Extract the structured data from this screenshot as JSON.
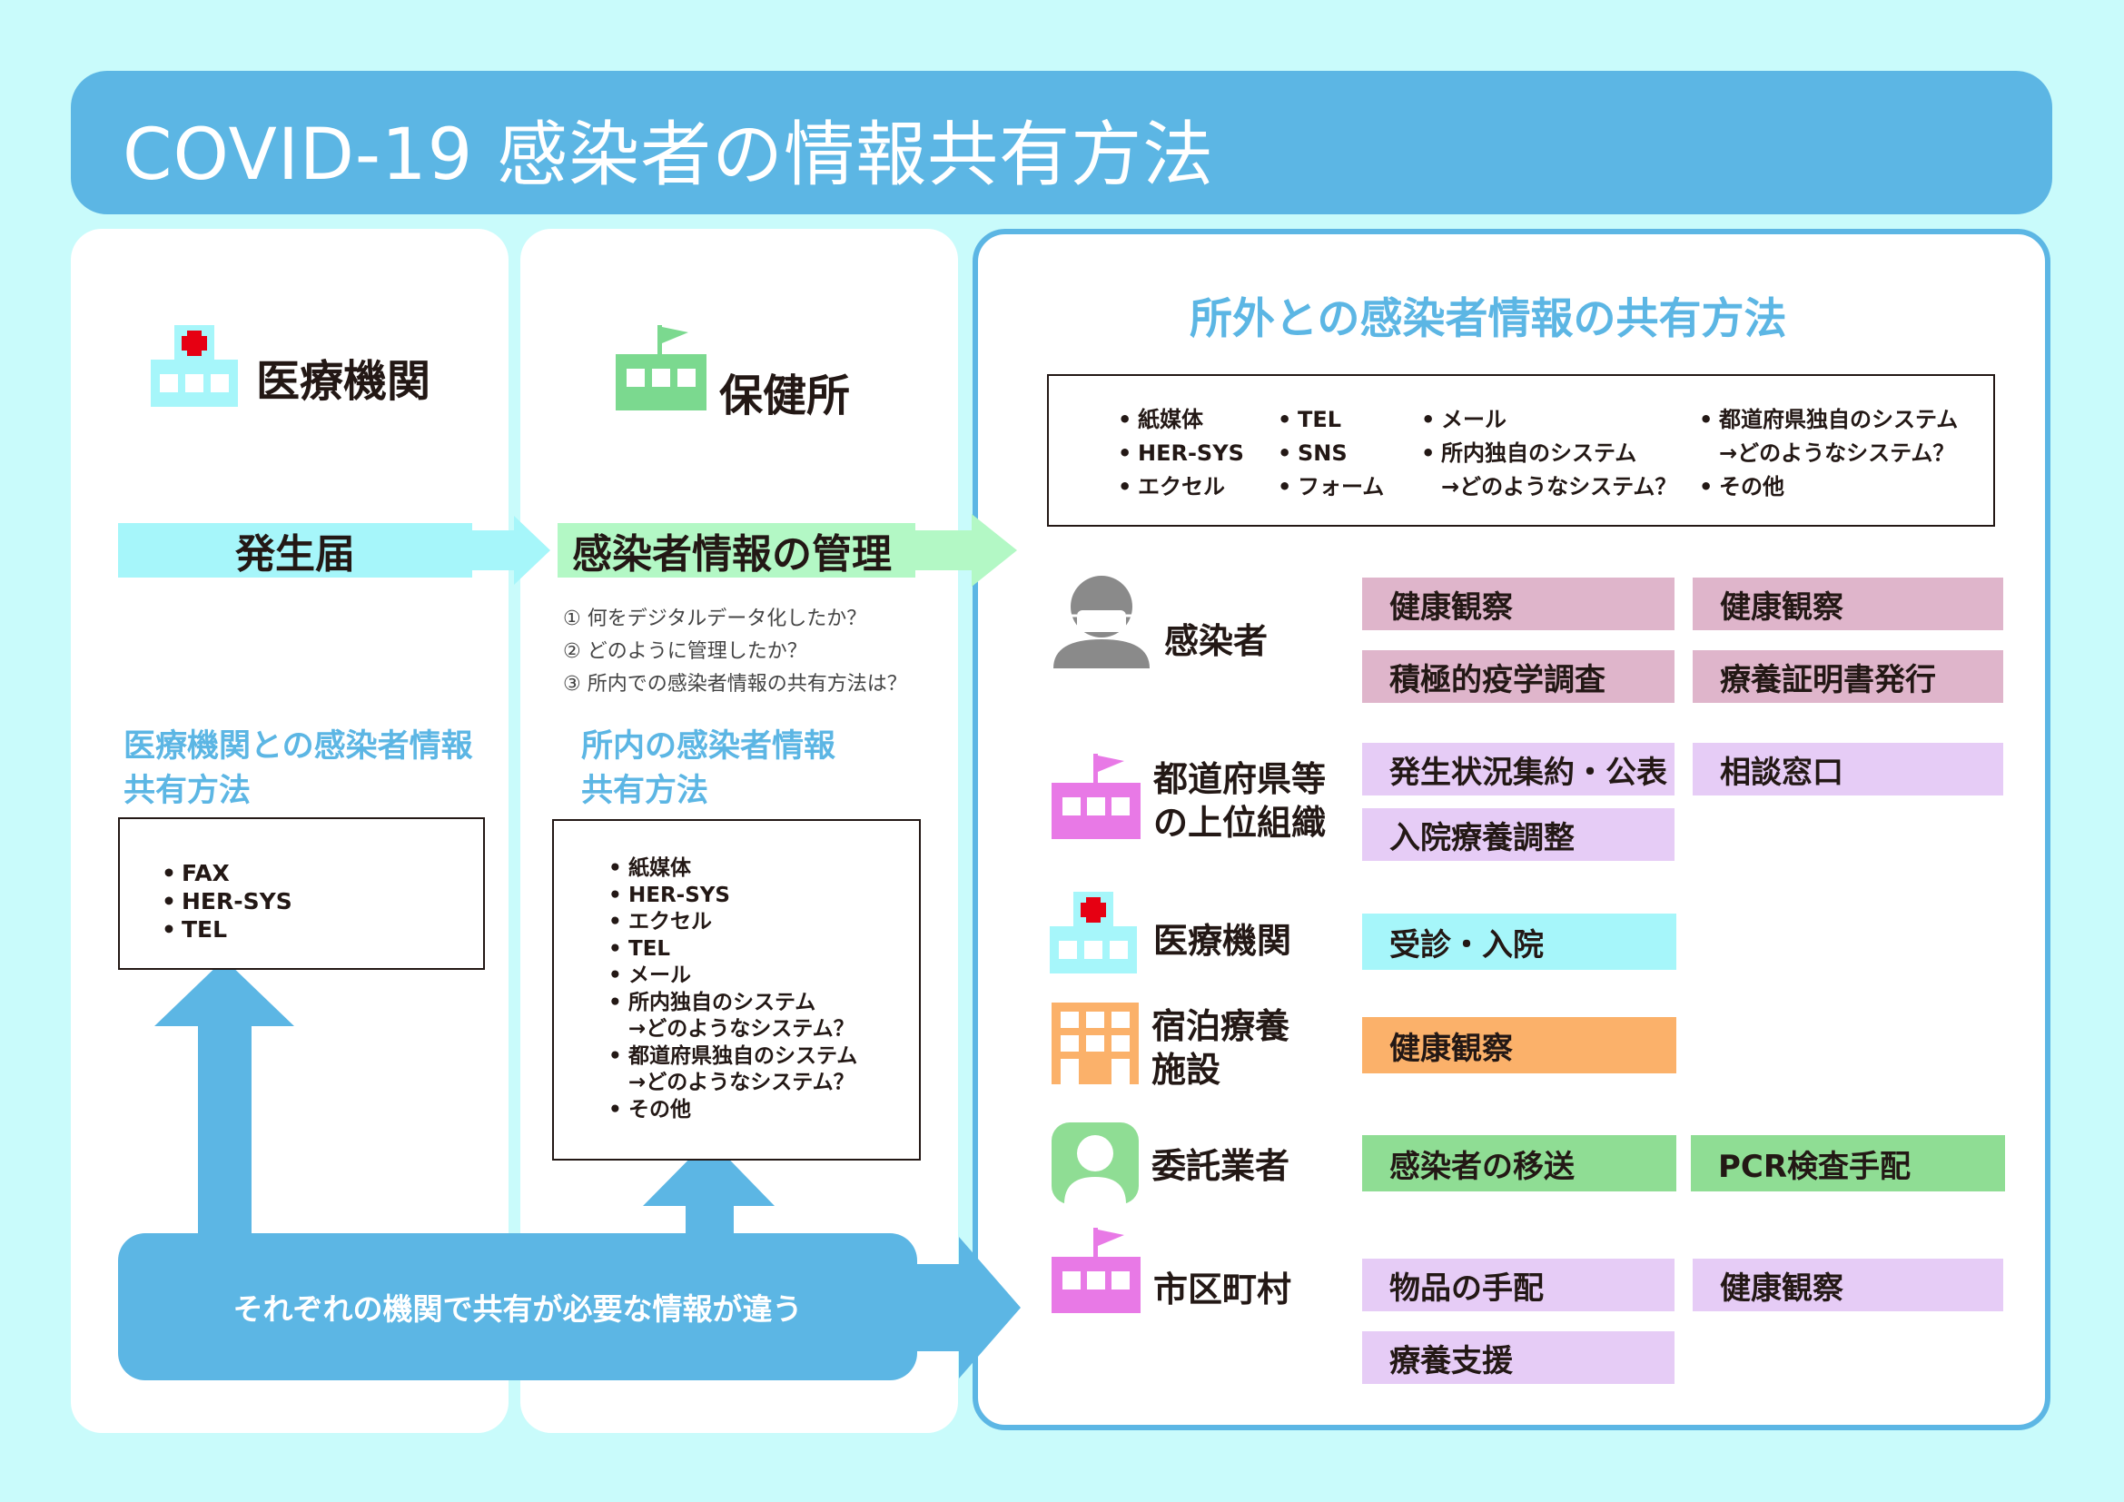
{
  "title": "COVID-19 感染者の情報共有方法",
  "col1": {
    "org": "医療機関",
    "bar": "発生届",
    "subtitle_line1": "医療機関との感染者情報",
    "subtitle_line2": "共有方法",
    "methods": [
      "FAX",
      "HER-SYS",
      "TEL"
    ]
  },
  "col2": {
    "org": "保健所",
    "bar": "感染者情報の管理",
    "questions": [
      "① 何をデジタルデータ化したか？",
      "② どのように管理したか？",
      "③ 所内での感染者情報の共有方法は？"
    ],
    "subtitle_line1": "所内の感染者情報",
    "subtitle_line2": "共有方法",
    "methods": [
      "紙媒体",
      "HER-SYS",
      "エクセル",
      "TEL",
      "メール",
      "所内独自のシステム",
      "→どのようなシステム？",
      "都道府県独自のシステム",
      "→どのようなシステム？",
      "その他"
    ]
  },
  "col3": {
    "title": "所外との感染者情報の共有方法",
    "methods_col1": [
      "紙媒体",
      "HER-SYS",
      "エクセル"
    ],
    "methods_col2": [
      "TEL",
      "SNS",
      "フォーム"
    ],
    "methods_col3": [
      "メール",
      "所内独自のシステム",
      "→どのようなシステム？"
    ],
    "methods_col4": [
      "都道府県独自のシステム",
      "→どのようなシステム？",
      "その他"
    ],
    "rows": {
      "patient": {
        "label": "感染者",
        "tags": [
          "健康観察",
          "健康観察",
          "積極的疫学調査",
          "療養証明書発行"
        ]
      },
      "prefecture": {
        "label_line1": "都道府県等",
        "label_line2": "の上位組織",
        "tags": [
          "発生状況集約・公表",
          "相談窓口",
          "入院療養調整"
        ]
      },
      "hospital": {
        "label": "医療機関",
        "tags": [
          "受診・入院"
        ]
      },
      "hotel": {
        "label_line1": "宿泊療養",
        "label_line2": "施設",
        "tags": [
          "健康観察"
        ]
      },
      "contractor": {
        "label": "委託業者",
        "tags": [
          "感染者の移送",
          "PCR検査手配"
        ]
      },
      "municipality": {
        "label": "市区町村",
        "tags": [
          "物品の手配",
          "健康観察",
          "療養支援"
        ]
      }
    }
  },
  "bottom_banner": "それぞれの機関で共有が必要な情報が違う",
  "colors": {
    "background": "#c9fbfb",
    "accent_blue": "#5cb6e4",
    "pink": "#dfb5cb",
    "lavender": "#e6ccf6",
    "cyan": "#a6f6fa",
    "orange": "#fbb16a",
    "green": "#8fdd94"
  },
  "icons": [
    "hospital-icon",
    "health-center-icon",
    "masked-person-icon",
    "building-flag-icon",
    "hotel-building-icon",
    "contractor-person-icon"
  ]
}
